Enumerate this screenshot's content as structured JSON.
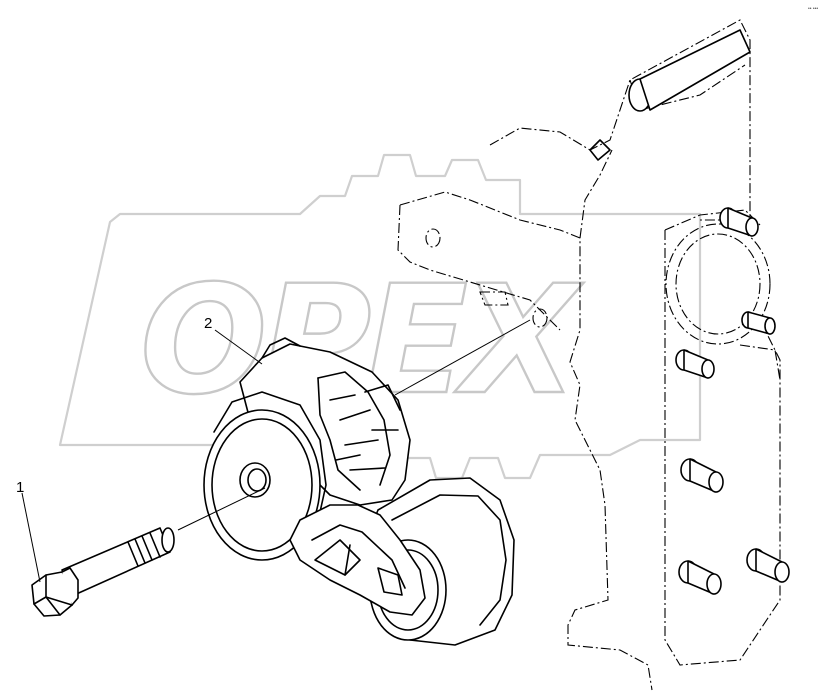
{
  "diagram": {
    "callouts": [
      {
        "number": "1",
        "part": "bolt"
      },
      {
        "number": "2",
        "part": "belt-tensioner"
      }
    ],
    "watermark": {
      "text": "OPEX"
    },
    "corner_code": "•• •••"
  }
}
